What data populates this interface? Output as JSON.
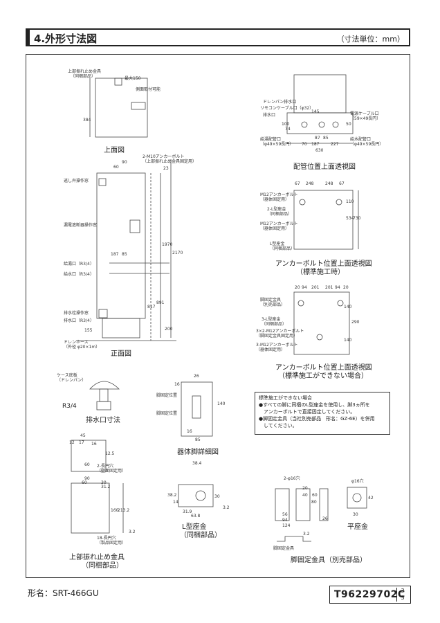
{
  "header": {
    "title": "4.外形寸法図",
    "unit": "（寸法単位：mm）"
  },
  "captions": {
    "top_view": "上面図",
    "front_view": "正面図",
    "pipe_view": "配管位置上面透視図",
    "anchor1_l1": "アンカーボルト位置上面透視図",
    "anchor1_l2": "（標準施工時）",
    "anchor2_l1": "アンカーボルト位置上面透視図",
    "anchor2_l2": "（標準施工ができない場合）",
    "drain": "排水口寸法",
    "leg": "器体脚詳細図",
    "lbracket_l1": "L型座金",
    "lbracket_l2": "（同梱部品）",
    "upper_l1": "上部振れ止め金具",
    "upper_l2": "（同梱部品）",
    "fixing": "脚固定金具（別売部品）",
    "flat_washer": "平座金",
    "fixing_small": "脚固定金具"
  },
  "labels": {
    "upper_stopper": "上部振れ止め金具",
    "upper_stopper_sub": "（同梱部品）",
    "max150": "最大150",
    "side_mount": "側面取付可能",
    "m10": "2-M10アンカーボルト",
    "m10_sub": "（上部振れ止め金具固定用）",
    "relief": "逃し弁操作窓",
    "leak": "漏電遮断器操作窓",
    "hot_out": "給湯口（R3/4）",
    "water_in": "給水口（R3/4）",
    "drain_win": "排水栓操作窓",
    "drain_port": "排水口（R3/4）",
    "drain_hose": "ドレンホース",
    "drain_hose_sub": "（外径 φ20×1m）",
    "case_bottom": "ケース底板",
    "case_bottom_sub": "（ドレンパン）",
    "r34": "R3/4",
    "leg_fix_pos1": "脚固定位置",
    "leg_fix_pos2": "脚固定位置",
    "drainpan_port": "ドレンパン排水口",
    "remote_cable": "リモコンケーブル口（φ32）",
    "drain_port2": "排水口",
    "power_cable": "電源ケーブル口",
    "power_cable_sub": "（59×49長円）",
    "hot_pipe": "給湯配管口",
    "hot_pipe_sub": "（φ49×59長円）",
    "water_pipe": "給水配管口",
    "water_pipe_sub": "（φ49×59長円）",
    "m12a": "M12アンカーボルト",
    "m12a_sub": "（器体固定用）",
    "lwasher": "2-L型座金",
    "lwasher_sub": "（同梱部品）",
    "m12b": "M12アンカーボルト",
    "m12b_sub": "（器体固定用）",
    "lwasher2": "L型座金",
    "lwasher2_sub": "（同梱部品）",
    "leg_fix": "脚固定金具",
    "leg_fix_sub": "（別売部品）",
    "l3": "3-L型座金",
    "l3_sub": "（同梱部品）",
    "m12c": "3×2-M12アンカーボルト",
    "m12c_sub": "（脚固定金具固定用）",
    "m12d": "3-M12アンカーボルト",
    "m12d_sub": "（器体固定用）",
    "hole2": "2-長円穴",
    "hole2_sub": "（壁面固定用）",
    "hole18": "18-長円穴",
    "hole18_sub": "（製品固定用）",
    "phi16x2": "2-φ16穴",
    "phi16": "φ16穴"
  },
  "dims": {
    "top": [
      "384"
    ],
    "front": [
      "90",
      "60",
      "23",
      "187",
      "85",
      "1970",
      "2170",
      "817",
      "891",
      "200",
      "155"
    ],
    "pipe": [
      "145",
      "100",
      "74",
      "50",
      "87",
      "85",
      "630",
      "70",
      "187",
      "227"
    ],
    "anchor1": [
      "67",
      "248",
      "248",
      "67",
      "534",
      "730",
      "110"
    ],
    "anchor2": [
      "20",
      "94",
      "201",
      "201",
      "94",
      "20",
      "290",
      "140",
      "140"
    ],
    "leg": [
      "26",
      "16",
      "140",
      "16",
      "85"
    ],
    "lwasher": [
      "38.4",
      "31.9",
      "63.8",
      "38.2",
      "14",
      "30",
      "3.2"
    ],
    "upper": [
      "90",
      "60",
      "30",
      "31.2",
      "160",
      "213.2",
      "45",
      "17",
      "12",
      "16",
      "12.5",
      "60",
      "3.2"
    ],
    "fixing": [
      "40",
      "20",
      "60",
      "80",
      "56",
      "94",
      "124",
      "26",
      "3.2",
      "42",
      "30"
    ]
  },
  "note": {
    "title": "標準施工ができない場合",
    "lines": [
      "●すべての脚に同梱のL型座金を使用し、脚3ヵ所を",
      "　アンカーボルトで直接固定してください。",
      "●脚固定金具（当社別売部品　形名：GZ-6E）を併用",
      "　してください。"
    ]
  },
  "footer": {
    "model": "形名：SRT-466GU",
    "code": "T96229702C",
    "page_num": "3",
    "page_den": "3"
  }
}
